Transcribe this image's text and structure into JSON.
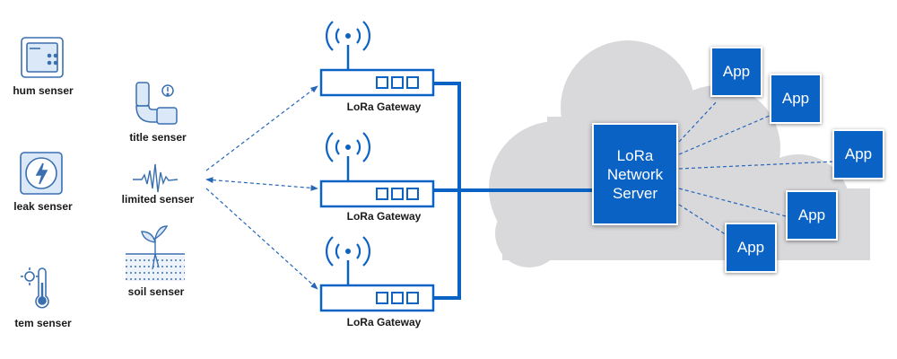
{
  "sensors": {
    "hum": "hum senser",
    "leak": "leak senser",
    "tem": "tem senser",
    "title": "title senser",
    "limited": "limited senser",
    "soil": "soil senser"
  },
  "gateways": [
    "LoRa Gateway",
    "LoRa Gateway",
    "LoRa Gateway"
  ],
  "server": {
    "line1": "LoRa",
    "line2": "Network",
    "line3": "Server"
  },
  "apps": [
    "App",
    "App",
    "App",
    "App",
    "App"
  ],
  "colors": {
    "primary_blue": "#0b62c5",
    "cloud_gray": "#d9d9dc",
    "icon_blue": "#3a6fb0"
  }
}
